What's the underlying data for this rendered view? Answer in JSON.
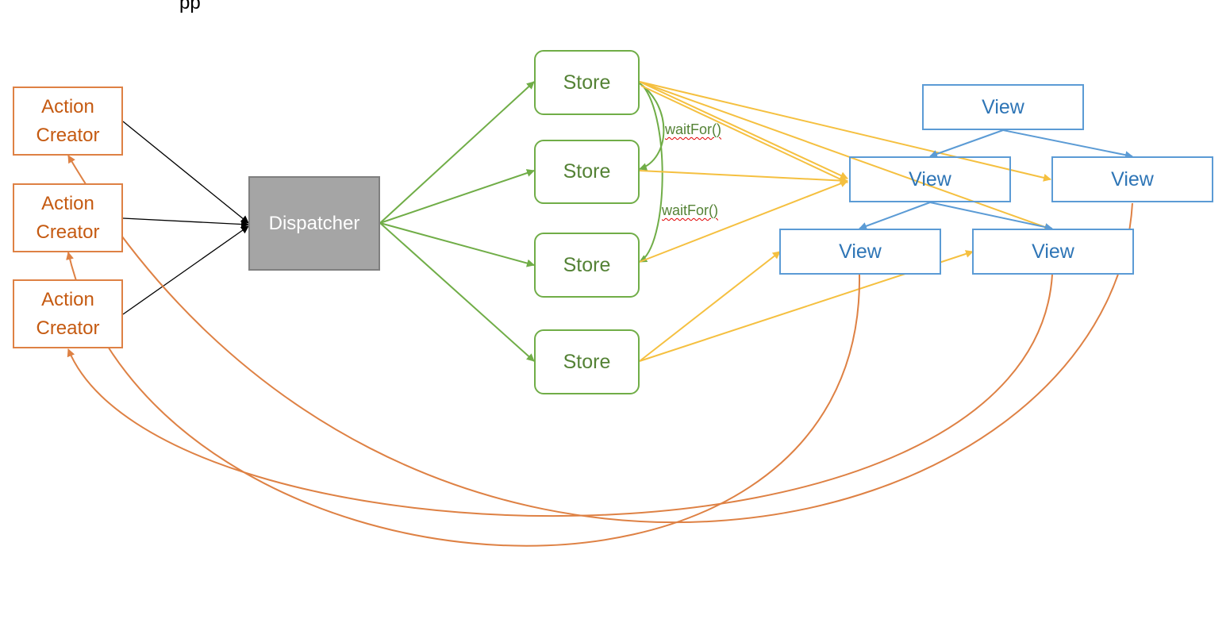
{
  "header_fragment": "pp",
  "action_creators": [
    {
      "label_line1": "Action",
      "label_line2": "Creator"
    },
    {
      "label_line1": "Action",
      "label_line2": "Creator"
    },
    {
      "label_line1": "Action",
      "label_line2": "Creator"
    }
  ],
  "dispatcher": {
    "label": "Dispatcher"
  },
  "stores": [
    {
      "label": "Store"
    },
    {
      "label": "Store"
    },
    {
      "label": "Store"
    },
    {
      "label": "Store"
    }
  ],
  "views": [
    {
      "label": "View"
    },
    {
      "label": "View"
    },
    {
      "label": "View"
    },
    {
      "label": "View"
    },
    {
      "label": "View"
    }
  ],
  "wait_labels": [
    "waitFor()",
    "waitFor()"
  ],
  "colors": {
    "action": "#de8144",
    "dispatcher_fill": "#a5a5a5",
    "store": "#70ad47",
    "view": "#5b9bd5",
    "update_arrow": "#f5c040",
    "dispatch_line": "#000000"
  }
}
